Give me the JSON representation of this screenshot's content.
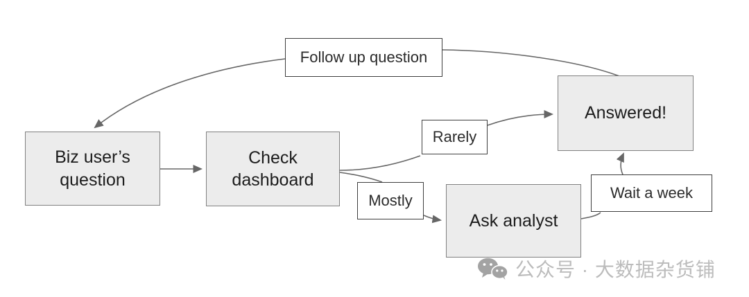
{
  "diagram": {
    "nodes": {
      "biz": {
        "label": "Biz user’s question"
      },
      "check": {
        "label": "Check dashboard"
      },
      "ask": {
        "label": "Ask analyst"
      },
      "answered": {
        "label": "Answered!"
      },
      "followup": {
        "label": "Follow up question"
      },
      "rarely": {
        "label": "Rarely"
      },
      "mostly": {
        "label": "Mostly"
      },
      "wait": {
        "label": "Wait a week"
      }
    },
    "edges": [
      {
        "from": "Biz user’s question",
        "to": "Check dashboard",
        "label": ""
      },
      {
        "from": "Check dashboard",
        "to": "Answered!",
        "label": "Rarely"
      },
      {
        "from": "Check dashboard",
        "to": "Ask analyst",
        "label": "Mostly"
      },
      {
        "from": "Ask analyst",
        "to": "Answered!",
        "label": "Wait a week"
      },
      {
        "from": "Answered!",
        "to": "Biz user’s question",
        "label": "Follow up question"
      }
    ],
    "colors": {
      "node_fill": "#ececec",
      "node_border": "#808080",
      "label_fill": "#ffffff",
      "label_border": "#3d3d3d",
      "edge": "#666666",
      "text": "#1c1c1c",
      "watermark_text": "#bcbcbc",
      "watermark_icon": "#a3a3a3"
    }
  },
  "watermark": {
    "icon": "wechat-icon",
    "text": "公众号 · 大数据杂货铺"
  }
}
